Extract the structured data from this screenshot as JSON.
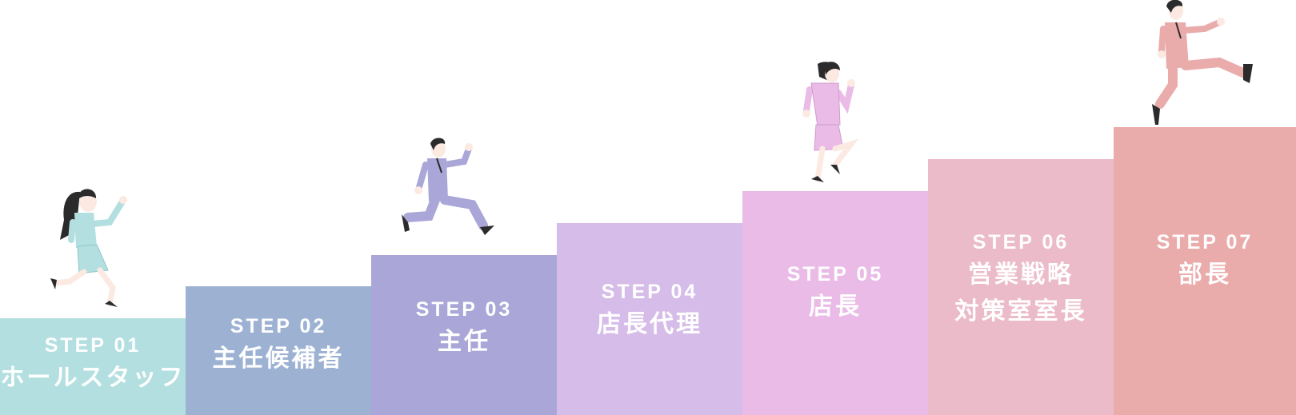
{
  "steps": [
    {
      "label": "STEP 01",
      "title": "ホールスタッフ",
      "color": "#b3dfe0"
    },
    {
      "label": "STEP 02",
      "title": "主任候補者",
      "color": "#9db2d3"
    },
    {
      "label": "STEP 03",
      "title": "主任",
      "color": "#aaa6d8"
    },
    {
      "label": "STEP 04",
      "title": "店長代理",
      "color": "#d6bde9"
    },
    {
      "label": "STEP 05",
      "title": "店長",
      "color": "#e9bbe6"
    },
    {
      "label": "STEP 06",
      "title": "営業戦略\n対策室室長",
      "color": "#ebbbc9"
    },
    {
      "label": "STEP 07",
      "title": "部長",
      "color": "#eaabab"
    }
  ],
  "figures": [
    {
      "icon": "running-woman-icon",
      "suit_color": "#b3dfe0"
    },
    {
      "icon": "running-man-icon",
      "suit_color": "#aaa6d8"
    },
    {
      "icon": "running-woman-icon",
      "suit_color": "#e9bbe6"
    },
    {
      "icon": "running-man-icon",
      "suit_color": "#eaabab"
    }
  ]
}
